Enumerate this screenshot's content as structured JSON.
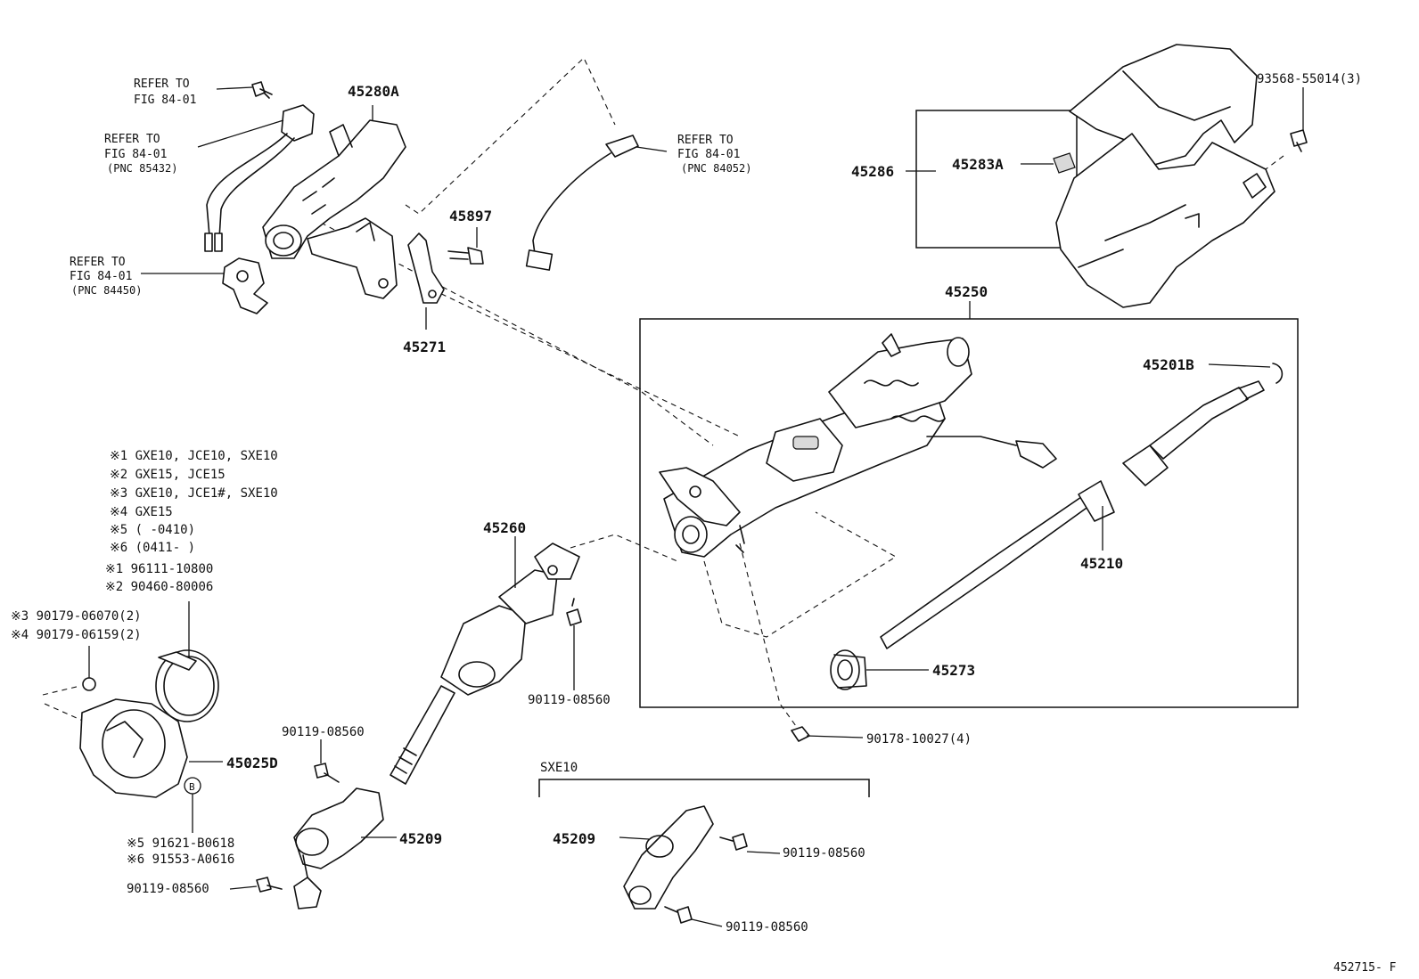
{
  "figure_id": "452715- F",
  "refer_notes": [
    {
      "line1": "REFER TO",
      "line2": "FIG 84-01",
      "line3": ""
    },
    {
      "line1": "REFER TO",
      "line2": "FIG 84-01",
      "line3": "(PNC 85432)"
    },
    {
      "line1": "REFER TO",
      "line2": "FIG 84-01",
      "line3": "(PNC 84450)"
    },
    {
      "line1": "REFER TO",
      "line2": "FIG 84-01",
      "line3": "(PNC 84052)"
    }
  ],
  "parts": {
    "p45280A": "45280A",
    "p45897": "45897",
    "p45271": "45271",
    "p45286": "45286",
    "p45283A": "45283A",
    "p93568": "93568-55014(3)",
    "p45250": "45250",
    "p45201B": "45201B",
    "p45210": "45210",
    "p45273": "45273",
    "p90178": "90178-10027(4)",
    "p45260": "45260",
    "p90119_a": "90119-08560",
    "p90119_b": "90119-08560",
    "p90119_c": "90119-08560",
    "p90119_d": "90119-08560",
    "p90119_e": "90119-08560",
    "p45025D": "45025D",
    "p45209_a": "45209",
    "p45209_b": "45209",
    "circle_b": "B"
  },
  "notes": [
    "※1 GXE10, JCE10, SXE10",
    "※2 GXE15, JCE15",
    "※3 GXE10, JCE1#, SXE10",
    "※4 GXE15",
    "※5 (      -0410)",
    "※6 (0411-      )",
    "※1  96111-10800",
    "※2  90460-80006",
    "※3 90179-06070(2)",
    "※4  90179-06159(2)",
    "※5 91621-B0618",
    "※6 91553-A0616"
  ],
  "variant_label": "SXE10"
}
